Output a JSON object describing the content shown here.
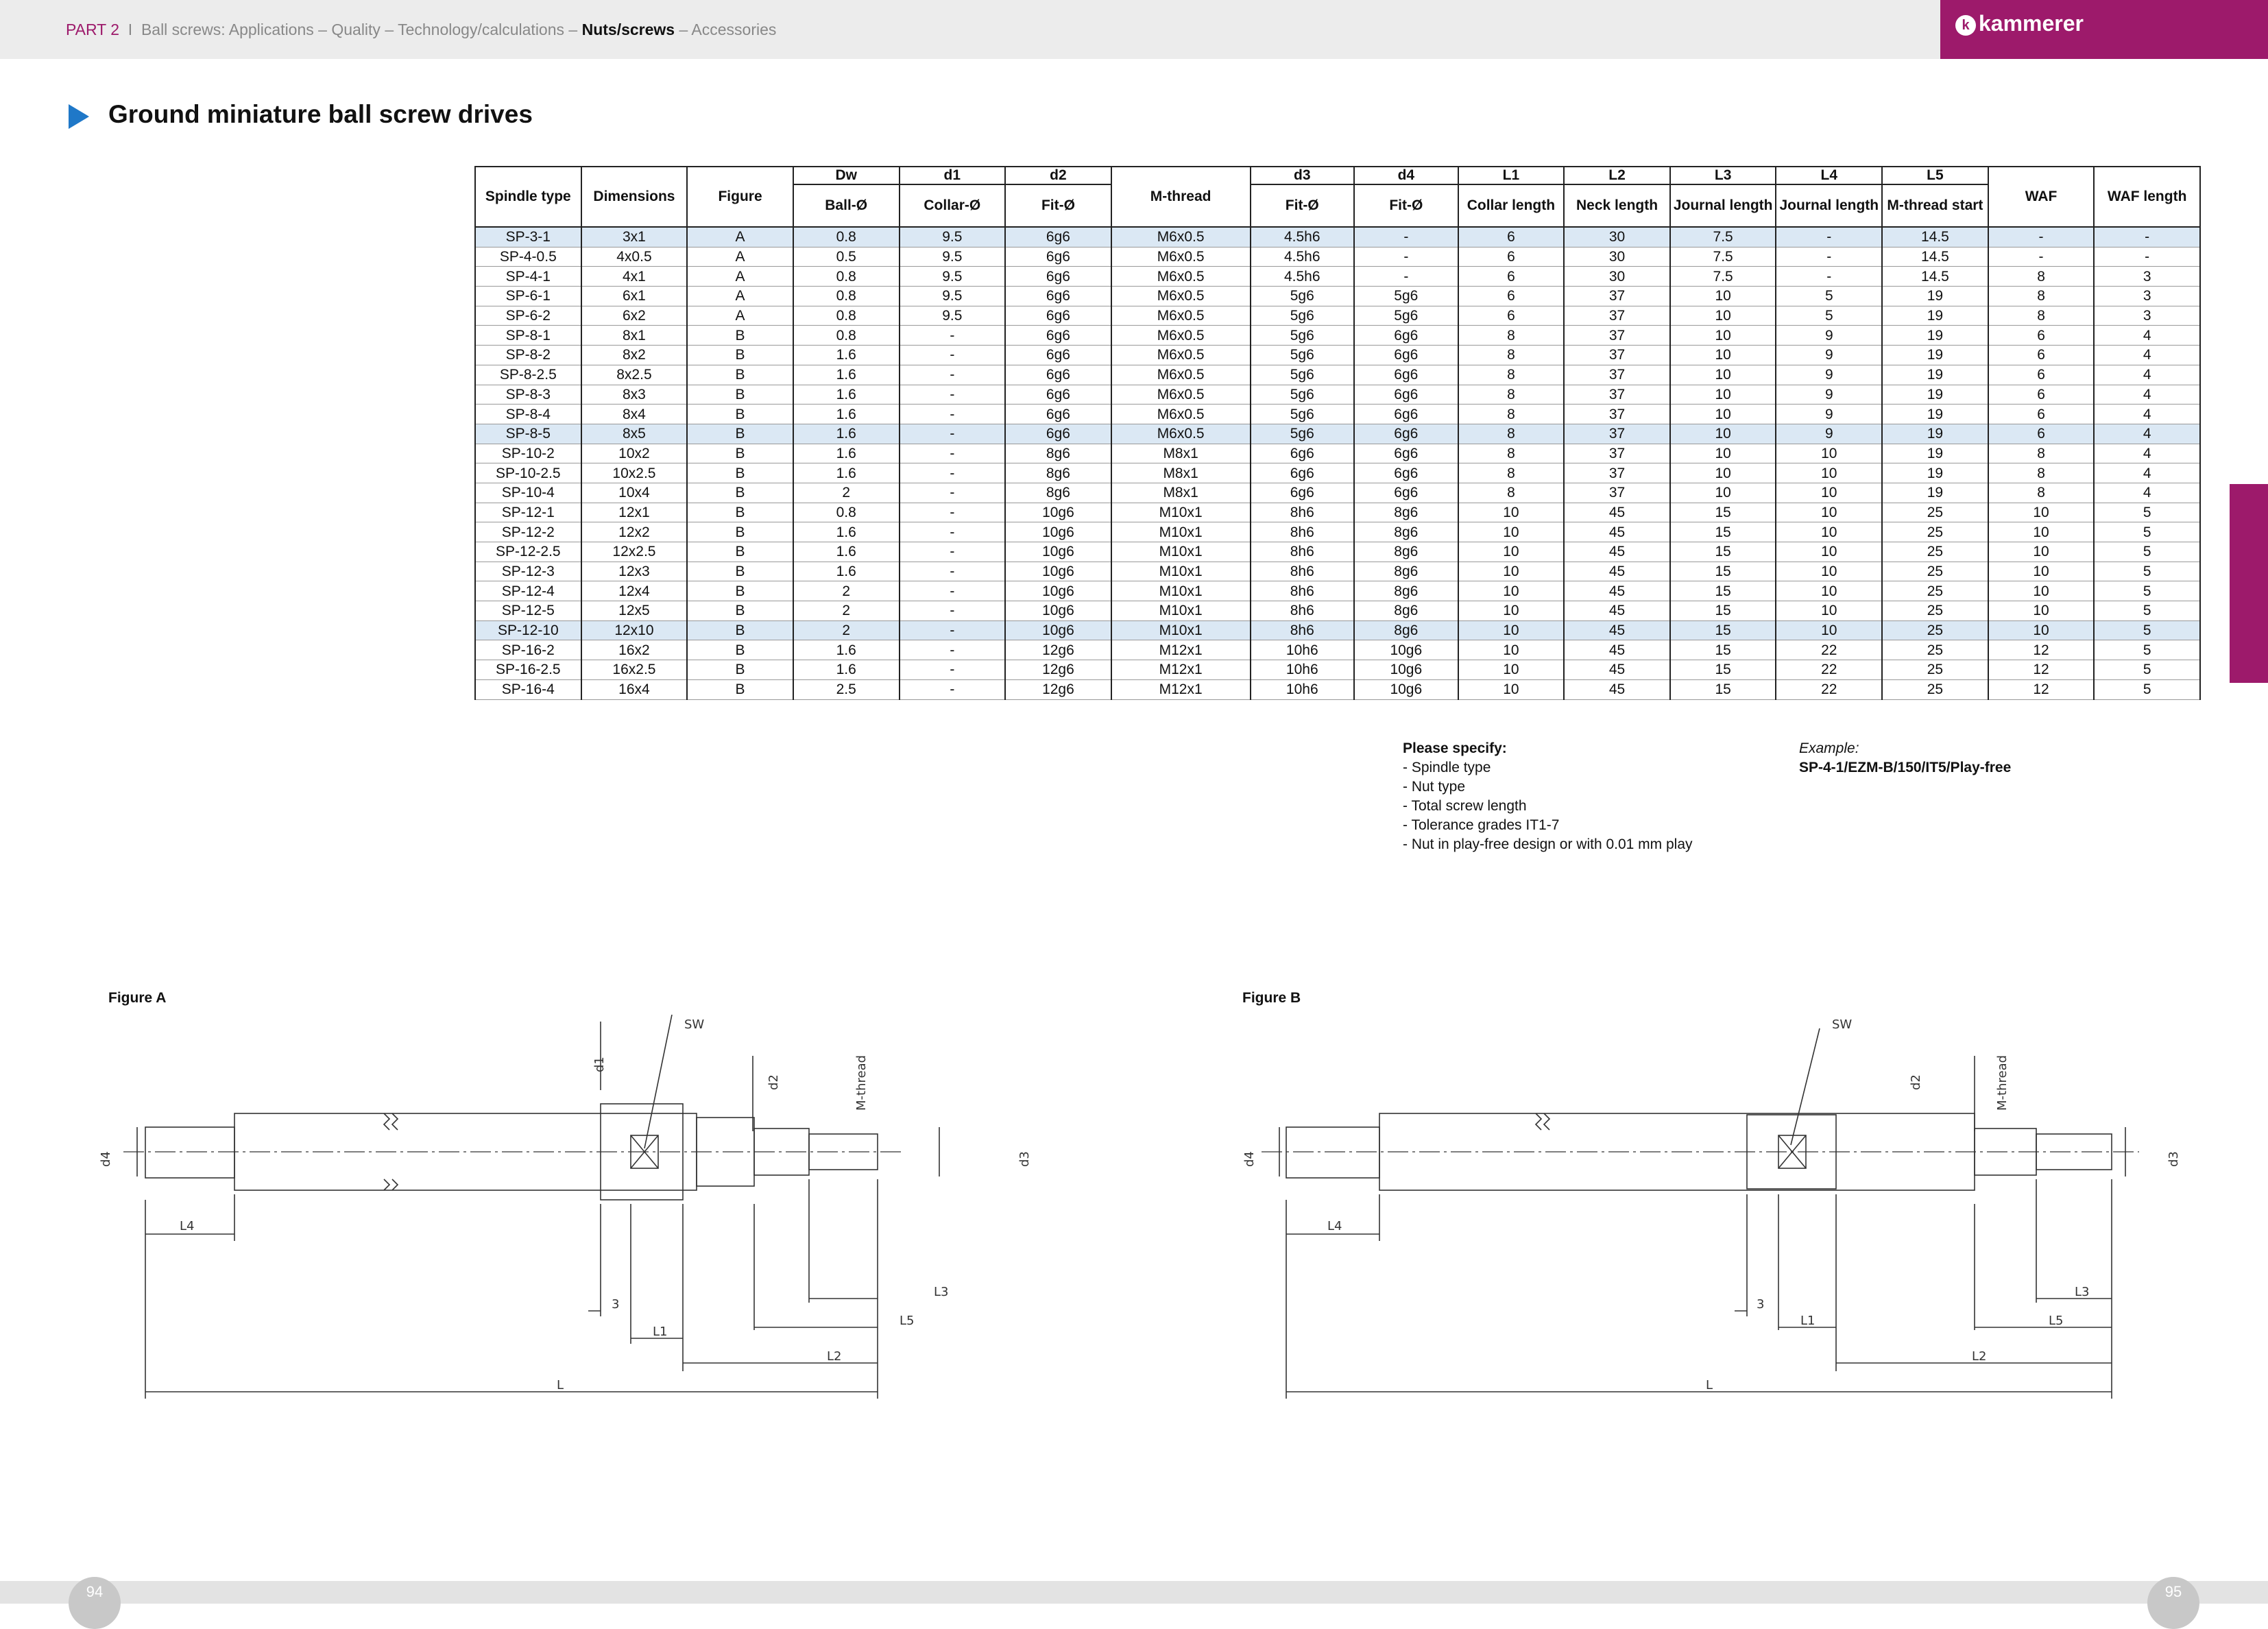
{
  "header": {
    "part": "PART 2",
    "sep": "I",
    "trail_before": "Ball screws: Applications – Quality – Technology/calculations –",
    "current": "Nuts/screws",
    "trail_after": "– Accessories",
    "logo": "kammerer"
  },
  "title": "Ground miniature ball screw drives",
  "table": {
    "head_top": [
      "Dw",
      "d1",
      "d2",
      "d3",
      "d4",
      "L1",
      "L2",
      "L3",
      "L4",
      "L5"
    ],
    "head_main": {
      "spindle_type": "Spindle type",
      "dimensions": "Dimensions",
      "figure": "Figure",
      "ball": "Ball-Ø",
      "collar": "Collar-Ø",
      "fit_d2": "Fit-Ø",
      "mthread": "M-thread",
      "fit_d3": "Fit-Ø",
      "fit_d4": "Fit-Ø",
      "collar_len": "Collar length",
      "neck_len": "Neck length",
      "journal_len1": "Journal length",
      "journal_len2": "Journal length",
      "mthread_start": "M-thread start",
      "waf": "WAF",
      "waf_len": "WAF length"
    },
    "rows": [
      [
        "SP-3-1",
        "3x1",
        "A",
        "0.8",
        "9.5",
        "6g6",
        "M6x0.5",
        "4.5h6",
        "-",
        "6",
        "30",
        "7.5",
        "-",
        "14.5",
        "-",
        "-"
      ],
      [
        "SP-4-0.5",
        "4x0.5",
        "A",
        "0.5",
        "9.5",
        "6g6",
        "M6x0.5",
        "4.5h6",
        "-",
        "6",
        "30",
        "7.5",
        "-",
        "14.5",
        "-",
        "-"
      ],
      [
        "SP-4-1",
        "4x1",
        "A",
        "0.8",
        "9.5",
        "6g6",
        "M6x0.5",
        "4.5h6",
        "-",
        "6",
        "30",
        "7.5",
        "-",
        "14.5",
        "8",
        "3"
      ],
      [
        "SP-6-1",
        "6x1",
        "A",
        "0.8",
        "9.5",
        "6g6",
        "M6x0.5",
        "5g6",
        "5g6",
        "6",
        "37",
        "10",
        "5",
        "19",
        "8",
        "3"
      ],
      [
        "SP-6-2",
        "6x2",
        "A",
        "0.8",
        "9.5",
        "6g6",
        "M6x0.5",
        "5g6",
        "5g6",
        "6",
        "37",
        "10",
        "5",
        "19",
        "8",
        "3"
      ],
      [
        "SP-8-1",
        "8x1",
        "B",
        "0.8",
        "-",
        "6g6",
        "M6x0.5",
        "5g6",
        "6g6",
        "8",
        "37",
        "10",
        "9",
        "19",
        "6",
        "4"
      ],
      [
        "SP-8-2",
        "8x2",
        "B",
        "1.6",
        "-",
        "6g6",
        "M6x0.5",
        "5g6",
        "6g6",
        "8",
        "37",
        "10",
        "9",
        "19",
        "6",
        "4"
      ],
      [
        "SP-8-2.5",
        "8x2.5",
        "B",
        "1.6",
        "-",
        "6g6",
        "M6x0.5",
        "5g6",
        "6g6",
        "8",
        "37",
        "10",
        "9",
        "19",
        "6",
        "4"
      ],
      [
        "SP-8-3",
        "8x3",
        "B",
        "1.6",
        "-",
        "6g6",
        "M6x0.5",
        "5g6",
        "6g6",
        "8",
        "37",
        "10",
        "9",
        "19",
        "6",
        "4"
      ],
      [
        "SP-8-4",
        "8x4",
        "B",
        "1.6",
        "-",
        "6g6",
        "M6x0.5",
        "5g6",
        "6g6",
        "8",
        "37",
        "10",
        "9",
        "19",
        "6",
        "4"
      ],
      [
        "SP-8-5",
        "8x5",
        "B",
        "1.6",
        "-",
        "6g6",
        "M6x0.5",
        "5g6",
        "6g6",
        "8",
        "37",
        "10",
        "9",
        "19",
        "6",
        "4"
      ],
      [
        "SP-10-2",
        "10x2",
        "B",
        "1.6",
        "-",
        "8g6",
        "M8x1",
        "6g6",
        "6g6",
        "8",
        "37",
        "10",
        "10",
        "19",
        "8",
        "4"
      ],
      [
        "SP-10-2.5",
        "10x2.5",
        "B",
        "1.6",
        "-",
        "8g6",
        "M8x1",
        "6g6",
        "6g6",
        "8",
        "37",
        "10",
        "10",
        "19",
        "8",
        "4"
      ],
      [
        "SP-10-4",
        "10x4",
        "B",
        "2",
        "-",
        "8g6",
        "M8x1",
        "6g6",
        "6g6",
        "8",
        "37",
        "10",
        "10",
        "19",
        "8",
        "4"
      ],
      [
        "SP-12-1",
        "12x1",
        "B",
        "0.8",
        "-",
        "10g6",
        "M10x1",
        "8h6",
        "8g6",
        "10",
        "45",
        "15",
        "10",
        "25",
        "10",
        "5"
      ],
      [
        "SP-12-2",
        "12x2",
        "B",
        "1.6",
        "-",
        "10g6",
        "M10x1",
        "8h6",
        "8g6",
        "10",
        "45",
        "15",
        "10",
        "25",
        "10",
        "5"
      ],
      [
        "SP-12-2.5",
        "12x2.5",
        "B",
        "1.6",
        "-",
        "10g6",
        "M10x1",
        "8h6",
        "8g6",
        "10",
        "45",
        "15",
        "10",
        "25",
        "10",
        "5"
      ],
      [
        "SP-12-3",
        "12x3",
        "B",
        "1.6",
        "-",
        "10g6",
        "M10x1",
        "8h6",
        "8g6",
        "10",
        "45",
        "15",
        "10",
        "25",
        "10",
        "5"
      ],
      [
        "SP-12-4",
        "12x4",
        "B",
        "2",
        "-",
        "10g6",
        "M10x1",
        "8h6",
        "8g6",
        "10",
        "45",
        "15",
        "10",
        "25",
        "10",
        "5"
      ],
      [
        "SP-12-5",
        "12x5",
        "B",
        "2",
        "-",
        "10g6",
        "M10x1",
        "8h6",
        "8g6",
        "10",
        "45",
        "15",
        "10",
        "25",
        "10",
        "5"
      ],
      [
        "SP-12-10",
        "12x10",
        "B",
        "2",
        "-",
        "10g6",
        "M10x1",
        "8h6",
        "8g6",
        "10",
        "45",
        "15",
        "10",
        "25",
        "10",
        "5"
      ],
      [
        "SP-16-2",
        "16x2",
        "B",
        "1.6",
        "-",
        "12g6",
        "M12x1",
        "10h6",
        "10g6",
        "10",
        "45",
        "15",
        "22",
        "25",
        "12",
        "5"
      ],
      [
        "SP-16-2.5",
        "16x2.5",
        "B",
        "1.6",
        "-",
        "12g6",
        "M12x1",
        "10h6",
        "10g6",
        "10",
        "45",
        "15",
        "22",
        "25",
        "12",
        "5"
      ],
      [
        "SP-16-4",
        "16x4",
        "B",
        "2.5",
        "-",
        "12g6",
        "M12x1",
        "10h6",
        "10g6",
        "10",
        "45",
        "15",
        "22",
        "25",
        "12",
        "5"
      ]
    ],
    "highlight_rows": [
      0,
      10,
      20
    ]
  },
  "specify": {
    "heading": "Please specify:",
    "items": [
      "- Spindle type",
      "- Nut type",
      "- Total screw length",
      "- Tolerance grades IT1-7",
      "- Nut in play-free design or with 0.01 mm play"
    ]
  },
  "example": {
    "label": "Example:",
    "value": "SP-4-1/EZM-B/150/IT5/Play-free"
  },
  "figures": {
    "a": {
      "label": "Figure A",
      "labels": {
        "sw": "SW",
        "d1": "d1",
        "d2": "d2",
        "mthread": "M-thread",
        "d4": "d4",
        "d3": "d3",
        "l4": "L4",
        "three": "3",
        "l1": "L1",
        "l3": "L3",
        "l5": "L5",
        "l2": "L2",
        "l": "L"
      }
    },
    "b": {
      "label": "Figure B",
      "labels": {
        "sw": "SW",
        "d2": "d2",
        "mthread": "M-thread",
        "d4": "d4",
        "d3": "d3",
        "l4": "L4",
        "three": "3",
        "l1": "L1",
        "l3": "L3",
        "l5": "L5",
        "l2": "L2",
        "l": "L"
      }
    }
  },
  "pages": {
    "left": "94",
    "right": "95"
  },
  "colors": {
    "brand": "#9d1a6b",
    "accent": "#1f78c8",
    "highlight": "#dbe8f4"
  }
}
